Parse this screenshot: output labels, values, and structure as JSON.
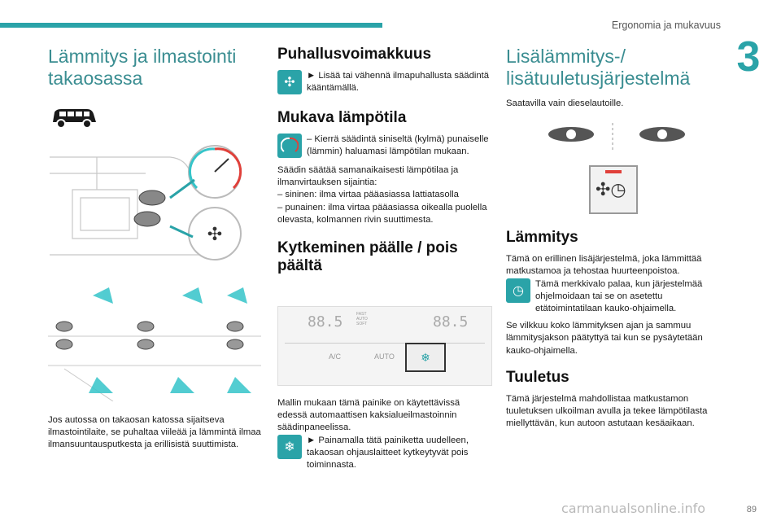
{
  "header": {
    "title": "Ergonomia ja mukavuus",
    "chapter": "3",
    "page": "89"
  },
  "col1": {
    "title": "Lämmitys ja ilmastointi takaosassa",
    "para": "Jos autossa on takaosan katossa sijaitseva ilmastointilaite, se puhaltaa viileää ja lämmintä ilmaa ilmansuuntausputkesta ja erillisistä suuttimista."
  },
  "col2": {
    "h_fan": "Puhallusvoimakkuus",
    "fan_text": "► Lisää tai vähennä ilmapuhallusta säädintä kääntämällä.",
    "h_temp": "Mukava lämpötila",
    "temp_text": "– Kierrä säädintä siniseltä (kylmä) punaiselle (lämmin) haluamasi lämpötilan mukaan.",
    "temp_text2": "Säädin säätää samanaikaisesti lämpötilaa ja ilmanvirtauksen sijaintia:",
    "temp_list1": "– sininen: ilma virtaa pääasiassa lattiatasolla",
    "temp_list2": "– punainen: ilma virtaa pääasiassa oikealla puolella olevasta, kolmannen rivin suuttimesta.",
    "h_onoff": "Kytkeminen päälle / pois päältä",
    "panel_display1": "88.5",
    "panel_display2": "88.5",
    "panel_small": "FAST AUTO SOFT",
    "panel_ac": "A/C",
    "panel_auto": "AUTO",
    "onoff_text": "Mallin mukaan tämä painike on käytettävissä edessä automaattisen kaksialueilmastoinnin säädinpaneelissa.",
    "onoff_text2": "► Painamalla tätä painiketta uudelleen, takaosan ohjauslaitteet kytkeytyvät pois toiminnasta."
  },
  "col3": {
    "title": "Lisälämmitys-/ lisätuuletusjärjestelmä",
    "avail": "Saatavilla vain dieselautoille.",
    "h_heat": "Lämmitys",
    "heat_text": "Tämä on erillinen lisäjärjestelmä, joka lämmittää matkustamoa ja tehostaa huurteenpoistoa.",
    "heat_text2": "Tämä merkkivalo palaa, kun järjestelmää ohjelmoidaan tai se on asetettu etätoimintatilaan kauko-ohjaimella.",
    "heat_text3": "Se vilkkuu koko lämmityksen ajan ja sammuu lämmitysjakson päätyttyä tai kun se pysäytetään kauko-ohjaimella.",
    "h_vent": "Tuuletus",
    "vent_text": "Tämä järjestelmä mahdollistaa matkustamon tuuletuksen ulkoilman avulla ja tekee lämpötilasta miellyttävän, kun autoon astutaan kesäaikaan."
  },
  "colors": {
    "accent": "#2aa3a8",
    "cold": "#35c4c9",
    "hot": "#e0403a"
  },
  "footer": {
    "watermark": "carmanualsonline.info"
  }
}
